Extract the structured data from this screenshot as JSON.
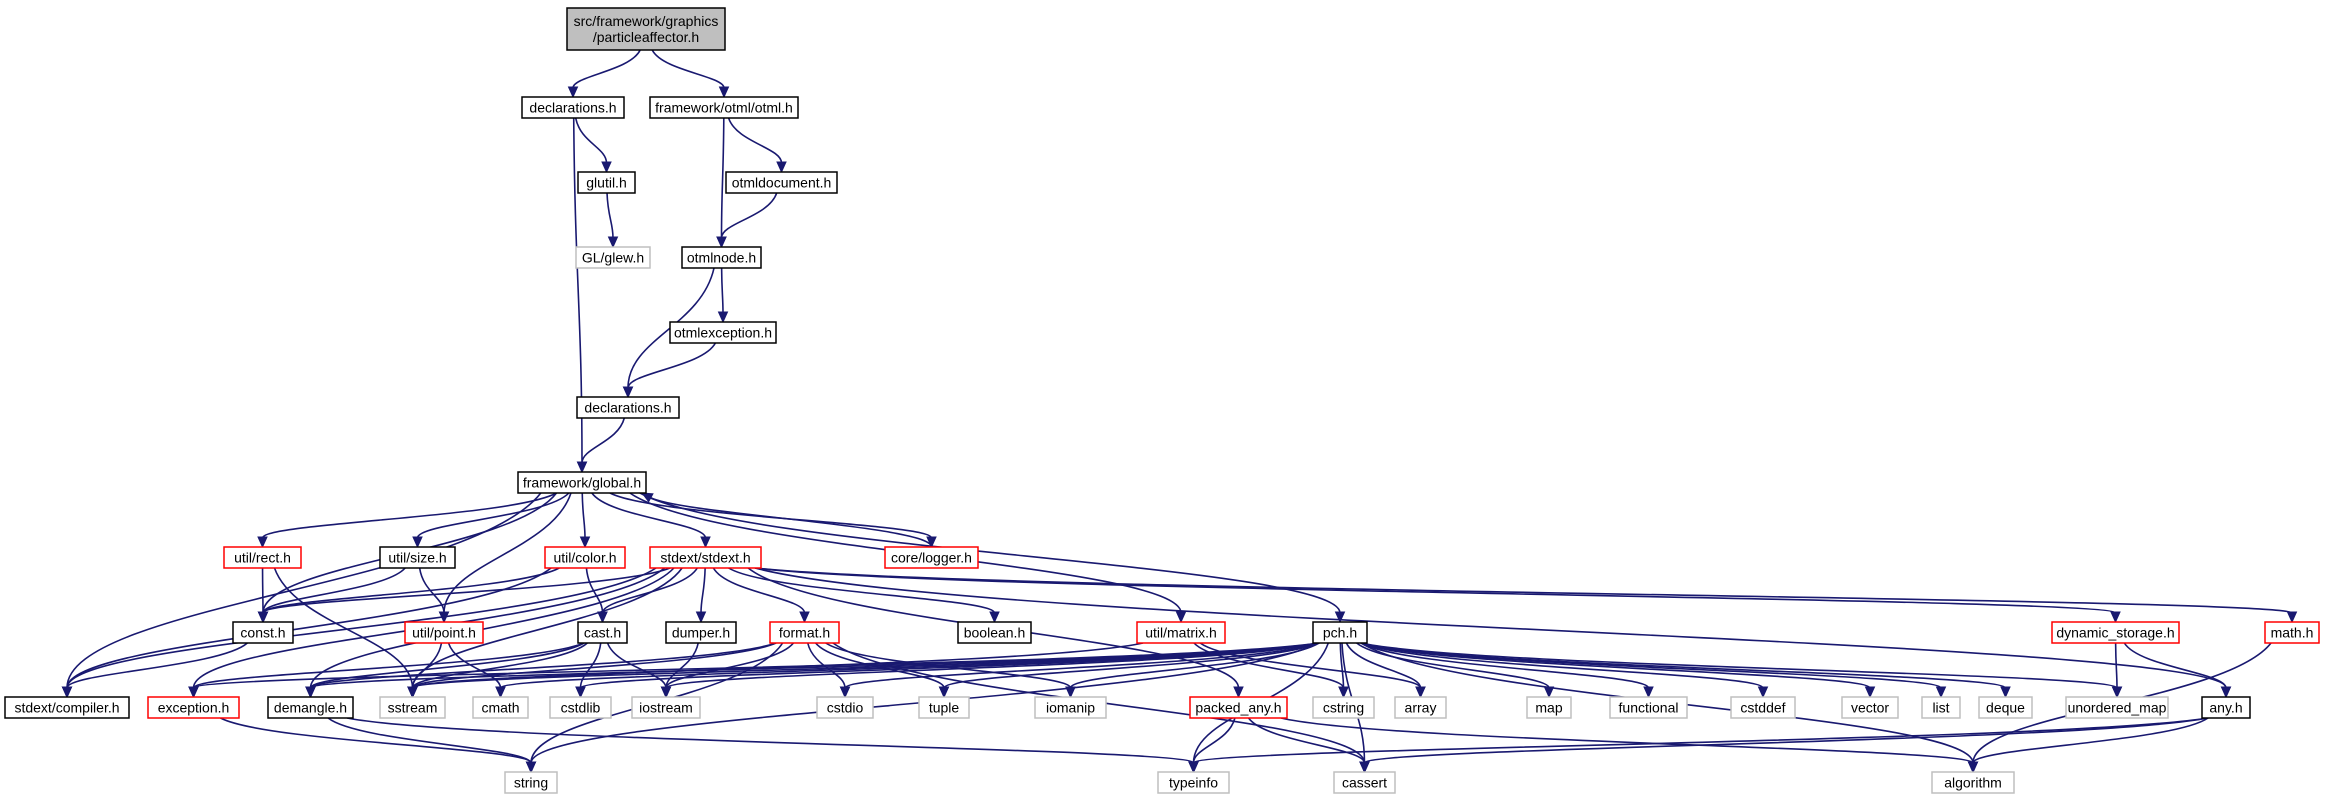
{
  "colors": {
    "edge": "#191970",
    "border_normal": "#000000",
    "border_truncated": "#ff0000",
    "border_external": "#bfbfbf",
    "fill_root": "#bfbfbf",
    "fill_default": "#ffffff"
  },
  "nodes": [
    {
      "id": "root",
      "lines": [
        "src/framework/graphics",
        "/particleaffector.h"
      ],
      "kind": "root"
    },
    {
      "id": "decl1",
      "lines": [
        "declarations.h"
      ],
      "kind": "normal"
    },
    {
      "id": "otml",
      "lines": [
        "framework/otml/otml.h"
      ],
      "kind": "normal"
    },
    {
      "id": "glutil",
      "lines": [
        "glutil.h"
      ],
      "kind": "normal"
    },
    {
      "id": "otmldoc",
      "lines": [
        "otmldocument.h"
      ],
      "kind": "normal"
    },
    {
      "id": "glew",
      "lines": [
        "GL/glew.h"
      ],
      "kind": "external"
    },
    {
      "id": "otmlnode",
      "lines": [
        "otmlnode.h"
      ],
      "kind": "normal"
    },
    {
      "id": "otmlexc",
      "lines": [
        "otmlexception.h"
      ],
      "kind": "normal"
    },
    {
      "id": "decl2",
      "lines": [
        "declarations.h"
      ],
      "kind": "normal"
    },
    {
      "id": "global",
      "lines": [
        "framework/global.h"
      ],
      "kind": "normal"
    },
    {
      "id": "rect",
      "lines": [
        "util/rect.h"
      ],
      "kind": "truncated"
    },
    {
      "id": "size",
      "lines": [
        "util/size.h"
      ],
      "kind": "normal"
    },
    {
      "id": "color",
      "lines": [
        "util/color.h"
      ],
      "kind": "truncated"
    },
    {
      "id": "stdext",
      "lines": [
        "stdext/stdext.h"
      ],
      "kind": "truncated"
    },
    {
      "id": "logger",
      "lines": [
        "core/logger.h"
      ],
      "kind": "truncated"
    },
    {
      "id": "const",
      "lines": [
        "const.h"
      ],
      "kind": "normal"
    },
    {
      "id": "point",
      "lines": [
        "util/point.h"
      ],
      "kind": "truncated"
    },
    {
      "id": "cast",
      "lines": [
        "cast.h"
      ],
      "kind": "normal"
    },
    {
      "id": "dumper",
      "lines": [
        "dumper.h"
      ],
      "kind": "normal"
    },
    {
      "id": "format",
      "lines": [
        "format.h"
      ],
      "kind": "truncated"
    },
    {
      "id": "boolean",
      "lines": [
        "boolean.h"
      ],
      "kind": "normal"
    },
    {
      "id": "matrix",
      "lines": [
        "util/matrix.h"
      ],
      "kind": "truncated"
    },
    {
      "id": "pch",
      "lines": [
        "pch.h"
      ],
      "kind": "normal"
    },
    {
      "id": "dynstore",
      "lines": [
        "dynamic_storage.h"
      ],
      "kind": "truncated"
    },
    {
      "id": "math",
      "lines": [
        "math.h"
      ],
      "kind": "truncated"
    },
    {
      "id": "compiler",
      "lines": [
        "stdext/compiler.h"
      ],
      "kind": "normal"
    },
    {
      "id": "exception",
      "lines": [
        "exception.h"
      ],
      "kind": "truncated"
    },
    {
      "id": "demangle",
      "lines": [
        "demangle.h"
      ],
      "kind": "normal"
    },
    {
      "id": "sstream",
      "lines": [
        "sstream"
      ],
      "kind": "external"
    },
    {
      "id": "cmath",
      "lines": [
        "cmath"
      ],
      "kind": "external"
    },
    {
      "id": "cstdlib",
      "lines": [
        "cstdlib"
      ],
      "kind": "external"
    },
    {
      "id": "iostream",
      "lines": [
        "iostream"
      ],
      "kind": "external"
    },
    {
      "id": "cstdio",
      "lines": [
        "cstdio"
      ],
      "kind": "external"
    },
    {
      "id": "tuple",
      "lines": [
        "tuple"
      ],
      "kind": "external"
    },
    {
      "id": "iomanip",
      "lines": [
        "iomanip"
      ],
      "kind": "external"
    },
    {
      "id": "packedany",
      "lines": [
        "packed_any.h"
      ],
      "kind": "truncated"
    },
    {
      "id": "cstring",
      "lines": [
        "cstring"
      ],
      "kind": "external"
    },
    {
      "id": "array",
      "lines": [
        "array"
      ],
      "kind": "external"
    },
    {
      "id": "map",
      "lines": [
        "map"
      ],
      "kind": "external"
    },
    {
      "id": "functional",
      "lines": [
        "functional"
      ],
      "kind": "external"
    },
    {
      "id": "cstddef",
      "lines": [
        "cstddef"
      ],
      "kind": "external"
    },
    {
      "id": "vector",
      "lines": [
        "vector"
      ],
      "kind": "external"
    },
    {
      "id": "list",
      "lines": [
        "list"
      ],
      "kind": "external"
    },
    {
      "id": "deque",
      "lines": [
        "deque"
      ],
      "kind": "external"
    },
    {
      "id": "unorderedmap",
      "lines": [
        "unordered_map"
      ],
      "kind": "external"
    },
    {
      "id": "any",
      "lines": [
        "any.h"
      ],
      "kind": "normal"
    },
    {
      "id": "string",
      "lines": [
        "string"
      ],
      "kind": "external"
    },
    {
      "id": "typeinfo",
      "lines": [
        "typeinfo"
      ],
      "kind": "external"
    },
    {
      "id": "cassert",
      "lines": [
        "cassert"
      ],
      "kind": "external"
    },
    {
      "id": "algorithm",
      "lines": [
        "algorithm"
      ],
      "kind": "external"
    }
  ],
  "edges": [
    [
      "root",
      "decl1"
    ],
    [
      "root",
      "otml"
    ],
    [
      "decl1",
      "glutil"
    ],
    [
      "decl1",
      "global"
    ],
    [
      "glutil",
      "glew"
    ],
    [
      "otml",
      "otmldoc"
    ],
    [
      "otml",
      "otmlnode"
    ],
    [
      "otmldoc",
      "otmlnode"
    ],
    [
      "otmlnode",
      "otmlexc"
    ],
    [
      "otmlnode",
      "decl2"
    ],
    [
      "otmlexc",
      "decl2"
    ],
    [
      "decl2",
      "global"
    ],
    [
      "global",
      "rect"
    ],
    [
      "global",
      "size"
    ],
    [
      "global",
      "color"
    ],
    [
      "global",
      "stdext"
    ],
    [
      "global",
      "logger"
    ],
    [
      "global",
      "const"
    ],
    [
      "global",
      "point"
    ],
    [
      "global",
      "matrix"
    ],
    [
      "global",
      "pch"
    ],
    [
      "global",
      "compiler"
    ],
    [
      "logger",
      "global"
    ],
    [
      "rect",
      "const"
    ],
    [
      "rect",
      "sstream"
    ],
    [
      "size",
      "const"
    ],
    [
      "size",
      "point"
    ],
    [
      "color",
      "const"
    ],
    [
      "color",
      "cast"
    ],
    [
      "color",
      "compiler"
    ],
    [
      "point",
      "sstream"
    ],
    [
      "point",
      "cmath"
    ],
    [
      "stdext",
      "compiler"
    ],
    [
      "stdext",
      "const"
    ],
    [
      "stdext",
      "cast"
    ],
    [
      "stdext",
      "dumper"
    ],
    [
      "stdext",
      "format"
    ],
    [
      "stdext",
      "boolean"
    ],
    [
      "stdext",
      "exception"
    ],
    [
      "stdext",
      "demangle"
    ],
    [
      "stdext",
      "math"
    ],
    [
      "stdext",
      "dynstore"
    ],
    [
      "stdext",
      "any"
    ],
    [
      "stdext",
      "packedany"
    ],
    [
      "stdext",
      "sstream"
    ],
    [
      "const",
      "compiler"
    ],
    [
      "cast",
      "exception"
    ],
    [
      "cast",
      "demangle"
    ],
    [
      "cast",
      "sstream"
    ],
    [
      "cast",
      "cstdlib"
    ],
    [
      "cast",
      "iostream"
    ],
    [
      "dumper",
      "iostream"
    ],
    [
      "format",
      "demangle"
    ],
    [
      "format",
      "sstream"
    ],
    [
      "format",
      "iostream"
    ],
    [
      "format",
      "cstdio"
    ],
    [
      "format",
      "tuple"
    ],
    [
      "format",
      "iomanip"
    ],
    [
      "format",
      "string"
    ],
    [
      "format",
      "cassert"
    ],
    [
      "matrix",
      "cstring"
    ],
    [
      "matrix",
      "array"
    ],
    [
      "matrix",
      "sstream"
    ],
    [
      "pch",
      "exception"
    ],
    [
      "pch",
      "demangle"
    ],
    [
      "pch",
      "sstream"
    ],
    [
      "pch",
      "cmath"
    ],
    [
      "pch",
      "cstdlib"
    ],
    [
      "pch",
      "iostream"
    ],
    [
      "pch",
      "cstdio"
    ],
    [
      "pch",
      "tuple"
    ],
    [
      "pch",
      "iomanip"
    ],
    [
      "pch",
      "cstring"
    ],
    [
      "pch",
      "array"
    ],
    [
      "pch",
      "map"
    ],
    [
      "pch",
      "functional"
    ],
    [
      "pch",
      "cstddef"
    ],
    [
      "pch",
      "vector"
    ],
    [
      "pch",
      "list"
    ],
    [
      "pch",
      "deque"
    ],
    [
      "pch",
      "unorderedmap"
    ],
    [
      "pch",
      "string"
    ],
    [
      "pch",
      "typeinfo"
    ],
    [
      "pch",
      "cassert"
    ],
    [
      "pch",
      "algorithm"
    ],
    [
      "exception",
      "string"
    ],
    [
      "demangle",
      "string"
    ],
    [
      "demangle",
      "typeinfo"
    ],
    [
      "packedany",
      "typeinfo"
    ],
    [
      "packedany",
      "cassert"
    ],
    [
      "packedany",
      "algorithm"
    ],
    [
      "dynstore",
      "unorderedmap"
    ],
    [
      "dynstore",
      "any"
    ],
    [
      "any",
      "typeinfo"
    ],
    [
      "any",
      "cassert"
    ],
    [
      "any",
      "algorithm"
    ],
    [
      "math",
      "algorithm"
    ]
  ]
}
